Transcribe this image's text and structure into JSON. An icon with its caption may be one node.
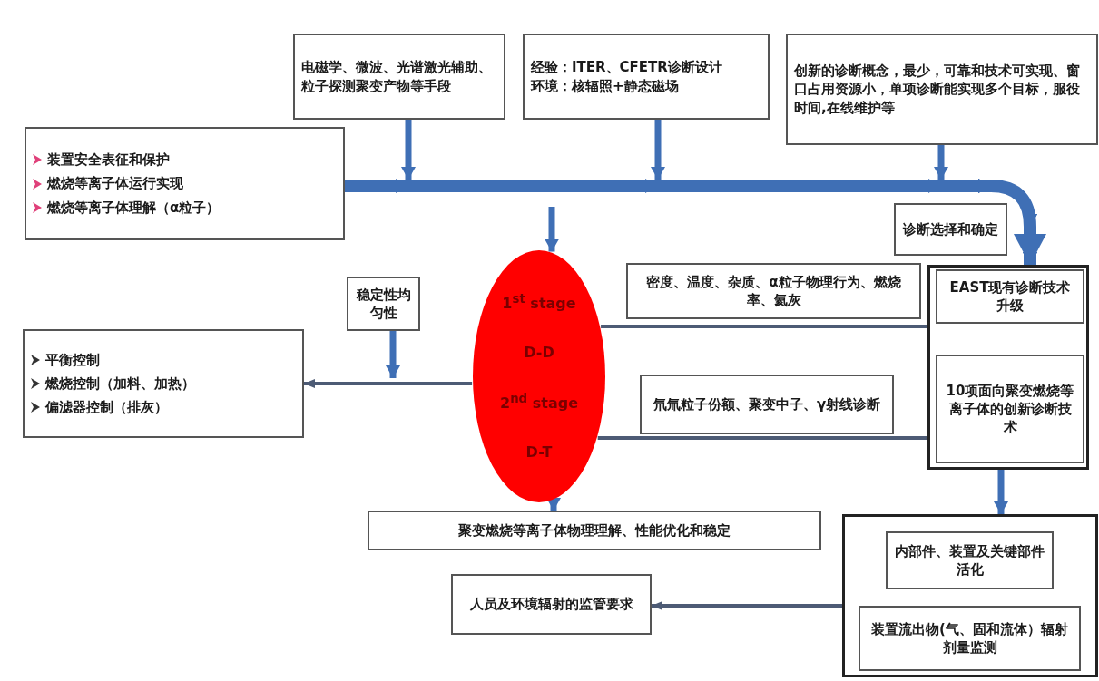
{
  "diagram": {
    "nodes": [
      {
        "text": [
          "装置安全表征和保护",
          "燃烧等离子体运行实现",
          "燃烧等离子体理解（α粒子）"
        ]
      },
      {
        "text": [
          "电磁学、微波、光谱激光辅助、粒子探测聚变产物等手段"
        ]
      },
      {
        "text": [
          "经验：ITER、CFETR诊断设计",
          "环境：核辐照+静态磁场"
        ]
      },
      {
        "text": [
          "创新的诊断概念，最少，可靠和技术可实现、窗口占用资源小，单项诊断能实现多个目标，服役时间,在线维护等"
        ]
      },
      {
        "text": [
          "诊断选择和确定"
        ]
      },
      {
        "text": [
          "1$^{st}$ stage",
          "D-D",
          "2$^{nd}$ stage",
          "D-T"
        ]
      },
      {
        "text": [
          "稳定性均匀性"
        ]
      },
      {
        "text": [
          "平衡控制",
          "燃烧控制（加料、加热）",
          "偏滤器控制（排灰）"
        ]
      },
      {
        "text": [],
        "shape": "box"
      },
      {
        "text": [
          "EAST现有诊断技术升级"
        ],
        "in": 8
      },
      {
        "text": [
          "10项面向聚变燃烧等离子体的创新诊断技术"
        ],
        "in": 8
      },
      {
        "text": [
          "聚变燃烧等离子体物理理解、性能优化和稳定"
        ]
      },
      {
        "text": [
          "人员及环境辐射的监管要求"
        ]
      },
      {
        "text": [],
        "shape": "box"
      },
      {
        "text": [
          "内部件、装置及关键部件活化"
        ],
        "in": 13
      },
      {
        "text": [
          "装置流出物(气、固和流体）辐射剂量监测"
        ],
        "in": 13
      },
      {
        "text": [
          "密度、温度、杂质、α粒子物理行为、燃烧率、氦灰"
        ]
      },
      {
        "text": [
          "氘氚粒子份额、聚变中子、γ射线诊断"
        ]
      }
    ],
    "edges": [
      {
        "from": 0,
        "to": 8,
        "arrow": "to",
        "style": "thick"
      },
      {
        "from": 1,
        "to": 8,
        "arrow": "to"
      },
      {
        "from": 2,
        "to": 8,
        "arrow": "to"
      },
      {
        "from": 3,
        "to": 8,
        "arrow": "to"
      },
      {
        "from": null,
        "to": 5,
        "arrow": "to"
      },
      {
        "from": 5,
        "to": 7,
        "arrow": "to",
        "color": "#4d5b75"
      },
      {
        "from": 6,
        "to": null,
        "arrow": "to"
      },
      {
        "from": 5,
        "to": 8,
        "arrow": "none",
        "color": "#4d5b75"
      },
      {
        "from": 5,
        "to": 8,
        "arrow": "none",
        "color": "#4d5b75"
      },
      {
        "from": 5,
        "to": 11,
        "arrow": "to"
      },
      {
        "from": 8,
        "to": 13,
        "arrow": "to"
      },
      {
        "from": 13,
        "to": 12,
        "arrow": "to",
        "color": "#4d5b75"
      }
    ]
  }
}
